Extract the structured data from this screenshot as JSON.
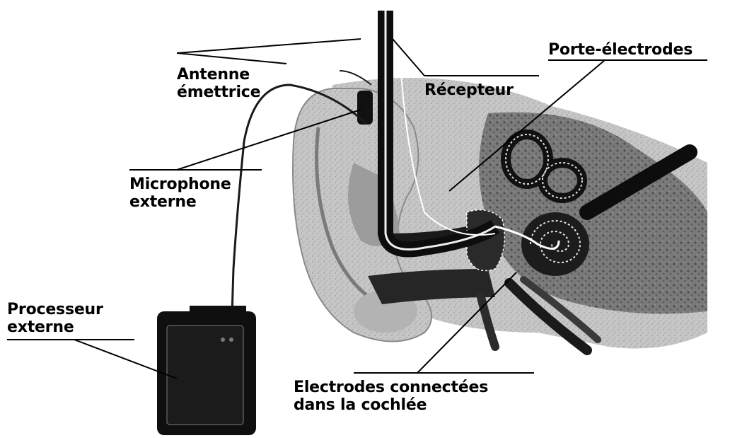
{
  "labels": {
    "antenne": {
      "line1": "Antenne",
      "line2": "émettrice"
    },
    "recepteur": "Récepteur",
    "porte_electrodes": "Porte-électrodes",
    "microphone": {
      "line1": "Microphone",
      "line2": "externe"
    },
    "processeur": {
      "line1": "Processeur",
      "line2": "externe"
    },
    "electrodes": {
      "line1": "Electrodes connectées",
      "line2": "dans la cochlée"
    }
  },
  "colors": {
    "text": "#000000",
    "skin": "#bdbdbd",
    "bone": "#6e6e6e",
    "dark": "#151515",
    "device": "#0f0f0f",
    "background": "#ffffff"
  }
}
